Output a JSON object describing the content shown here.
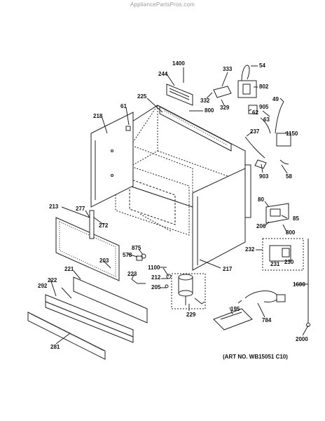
{
  "watermark": "AppliancePartsPros.com",
  "art_number": "(ART NO. WB15051 C10)",
  "labels": [
    "1400",
    "333",
    "54",
    "244",
    "802",
    "332",
    "329",
    "225",
    "800",
    "49",
    "218",
    "61",
    "62",
    "905",
    "63",
    "1150",
    "237",
    "58",
    "903",
    "213",
    "277",
    "272",
    "80",
    "85",
    "206",
    "800",
    "875",
    "578",
    "232",
    "231",
    "230",
    "203",
    "221",
    "223",
    "1100",
    "217",
    "1600",
    "292",
    "222",
    "212",
    "205",
    "229",
    "195",
    "784",
    "281",
    "2000"
  ]
}
